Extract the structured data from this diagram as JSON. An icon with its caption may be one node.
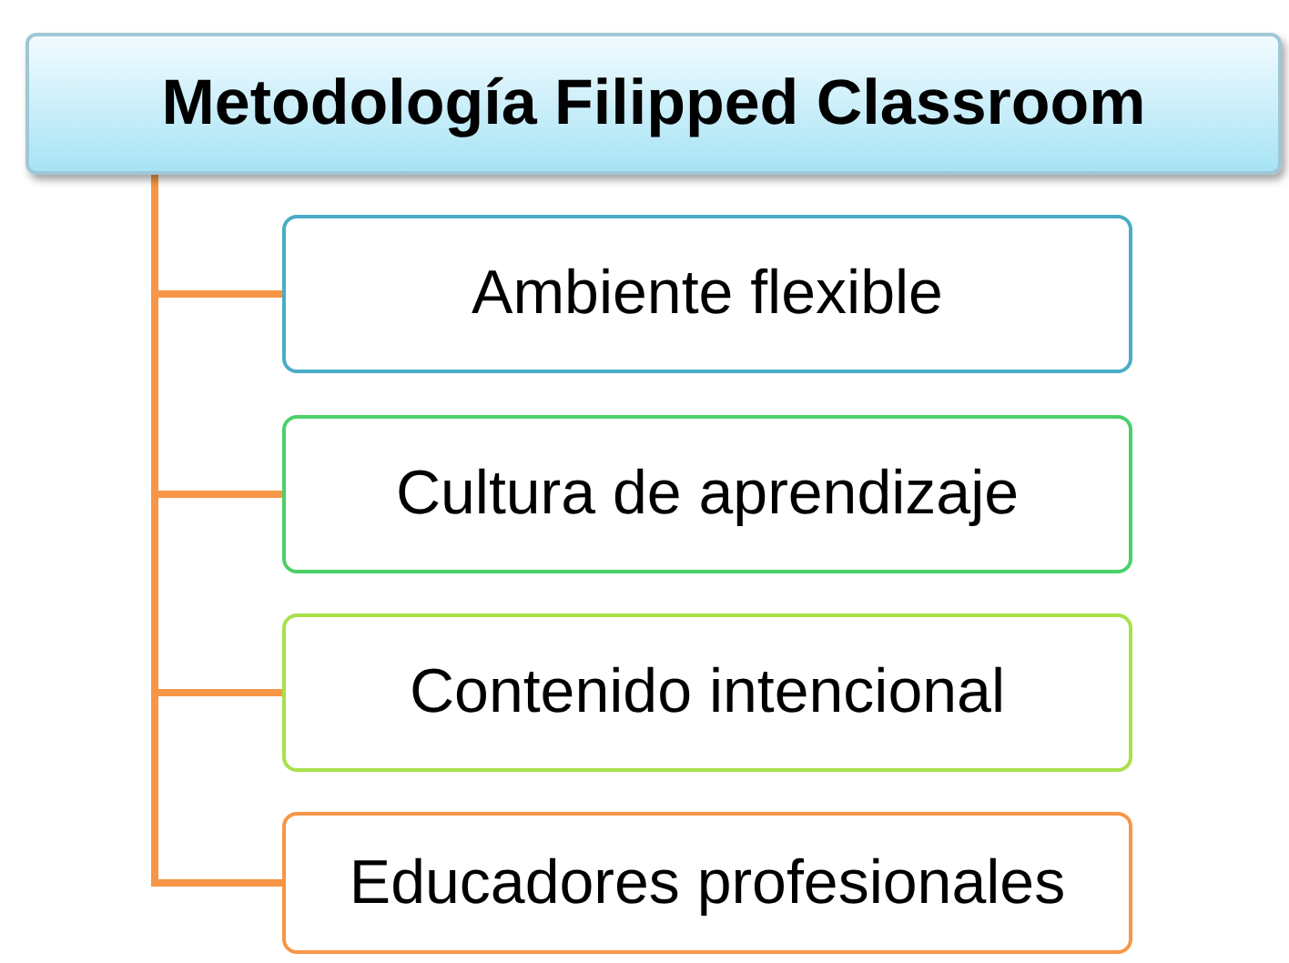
{
  "diagram": {
    "nodes": [
      {
        "text": [
          "Metodología Filipped Classroom"
        ]
      },
      {
        "text": [
          "Ambiente flexible"
        ]
      },
      {
        "text": [
          "Cultura de aprendizaje"
        ]
      },
      {
        "text": [
          "Contenido intencional"
        ]
      },
      {
        "text": [
          "Educadores profesionales"
        ]
      }
    ],
    "edges": [
      {
        "from": 0,
        "to": 1,
        "arrow": "none"
      },
      {
        "from": 0,
        "to": 2,
        "arrow": "none"
      },
      {
        "from": 0,
        "to": 3,
        "arrow": "none"
      },
      {
        "from": 0,
        "to": 4,
        "arrow": "none"
      }
    ]
  }
}
